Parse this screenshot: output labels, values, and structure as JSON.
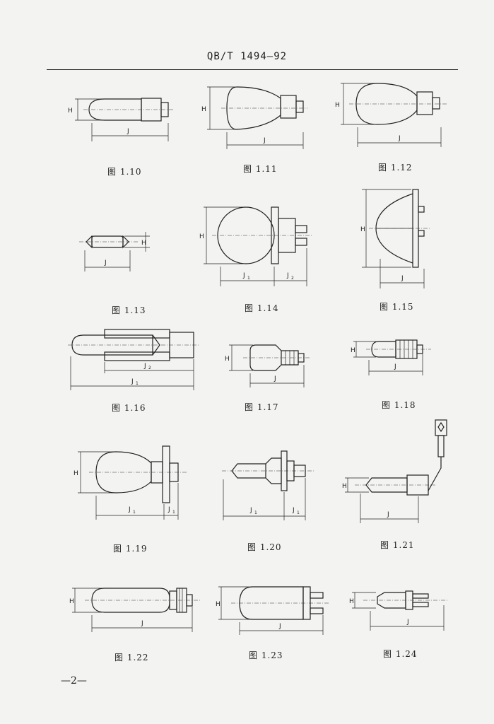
{
  "header": {
    "standard": "QB/T 1494—92"
  },
  "dimension_labels": {
    "h": "H",
    "j": "J",
    "j1": "J",
    "j2": "J",
    "sub1": "1",
    "sub2": "2"
  },
  "figures": {
    "f110": "图  1.10",
    "f111": "图  1.11",
    "f112": "图  1.12",
    "f113": "图  1.13",
    "f114": "图  1.14",
    "f115": "图  1.15",
    "f116": "图  1.16",
    "f117": "图  1.17",
    "f118": "图  1.18",
    "f119": "图  1.19",
    "f120": "图  1.20",
    "f121": "图  1.21",
    "f122": "图  1.22",
    "f123": "图  1.23",
    "f124": "图  1.24"
  },
  "footer": {
    "page_number": "—2—"
  }
}
